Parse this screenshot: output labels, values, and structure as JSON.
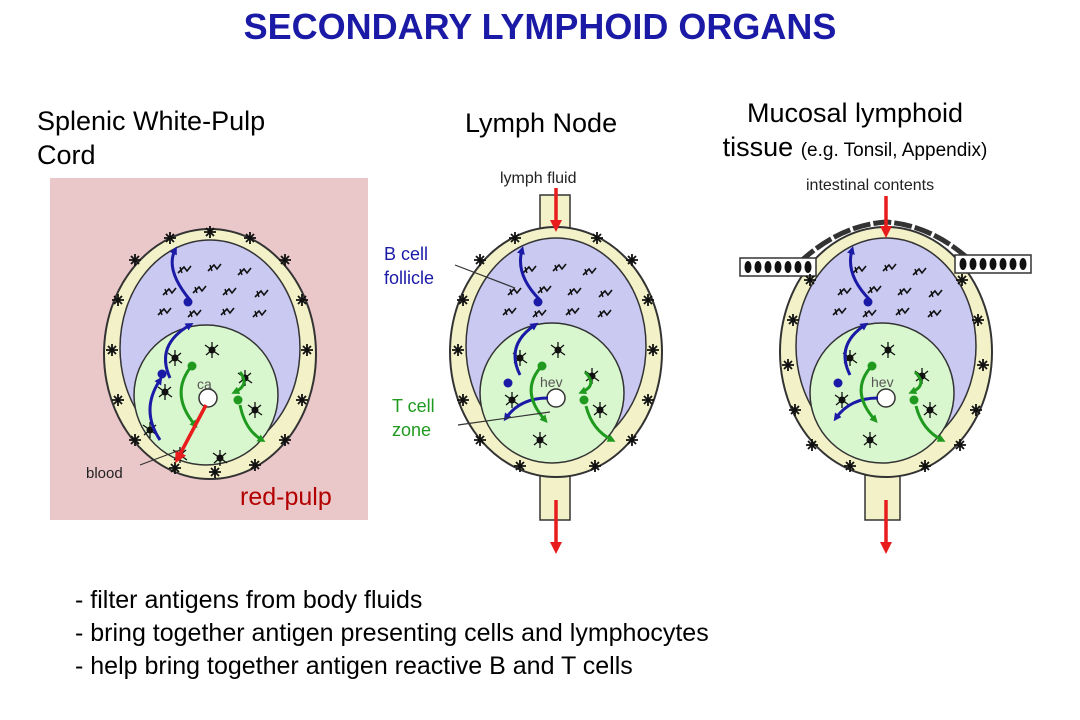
{
  "title": "SECONDARY LYMPHOID ORGANS",
  "colors": {
    "title": "#1a1aa6",
    "red_pulp_bg": "#eac7c8",
    "follicle": "#c9c9f2",
    "t_zone": "#d9f7cf",
    "capsule": "#f3f1c8",
    "blue_arrow": "#1a1aa6",
    "green_arrow": "#1f9a1f",
    "red_arrow": "#e81c1c"
  },
  "spleen": {
    "title_line1": "Splenic White-Pulp",
    "title_line2": "Cord",
    "vessel_label": "ca",
    "blood_label": "blood",
    "red_pulp_label": "red-pulp"
  },
  "lymph_node": {
    "title": "Lymph Node",
    "input_label": "lymph fluid",
    "vessel_label": "hev",
    "b_cell_label_line1": "B cell",
    "b_cell_label_line2": "follicle",
    "t_cell_label_line1": "T cell",
    "t_cell_label_line2": "zone"
  },
  "mucosal": {
    "title_line1": "Mucosal lymphoid",
    "title_line2_main": "tissue",
    "title_line2_detail": "(e.g. Tonsil, Appendix)",
    "input_label": "intestinal contents",
    "vessel_label": "hev"
  },
  "bullets": [
    "- filter antigens from body fluids",
    "- bring together antigen presenting cells and lymphocytes",
    "- help bring together antigen reactive B and T cells"
  ]
}
